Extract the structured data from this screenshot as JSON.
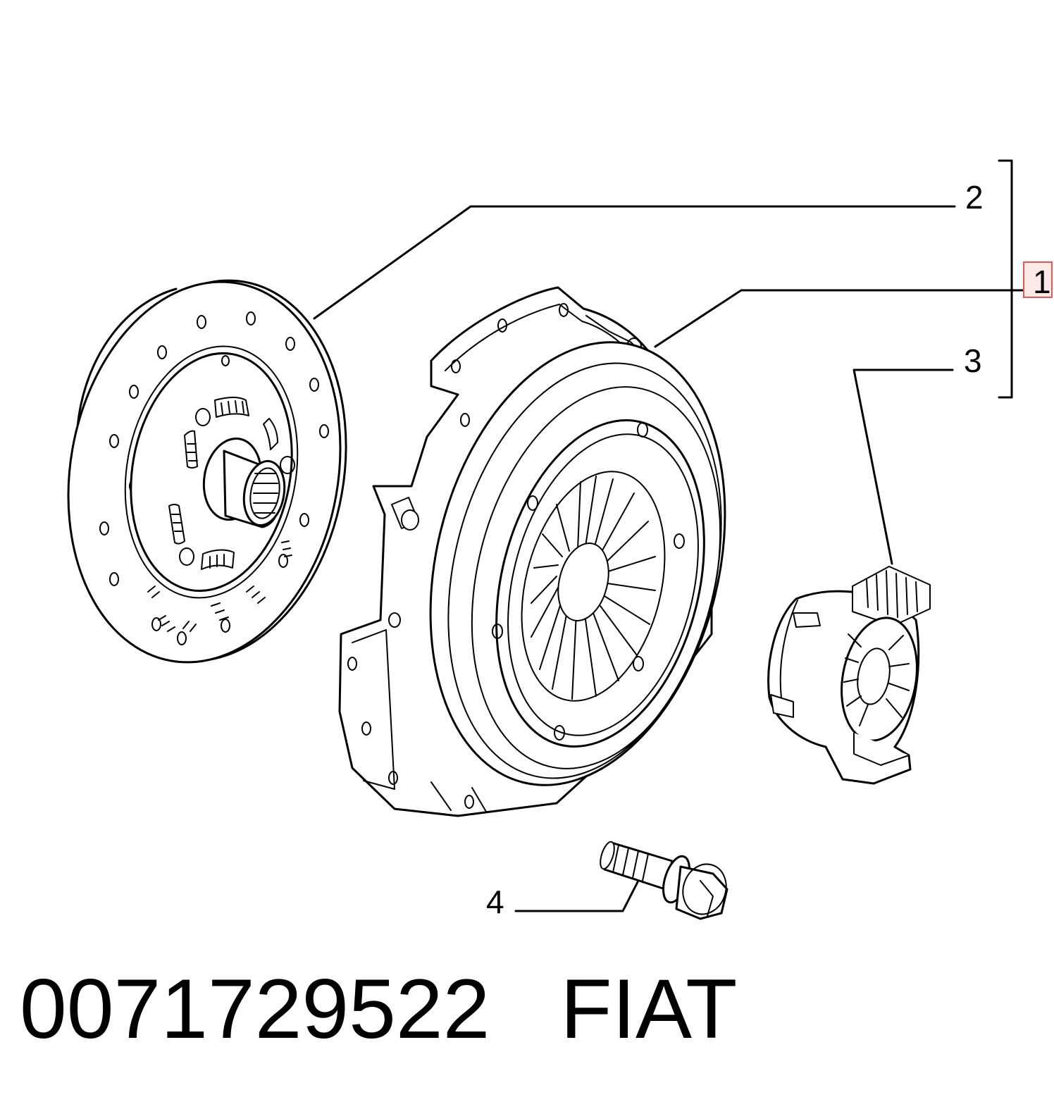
{
  "callouts": {
    "c1": "1",
    "c2": "2",
    "c3": "3",
    "c4": "4"
  },
  "caption": {
    "part_number": "0071729522",
    "brand": "FIAT"
  },
  "colors": {
    "line": "#000000",
    "highlight_box": "#e05a5a"
  },
  "icons": [
    "clutch-disc-icon",
    "pressure-plate-icon",
    "release-bearing-icon",
    "bolt-icon"
  ]
}
